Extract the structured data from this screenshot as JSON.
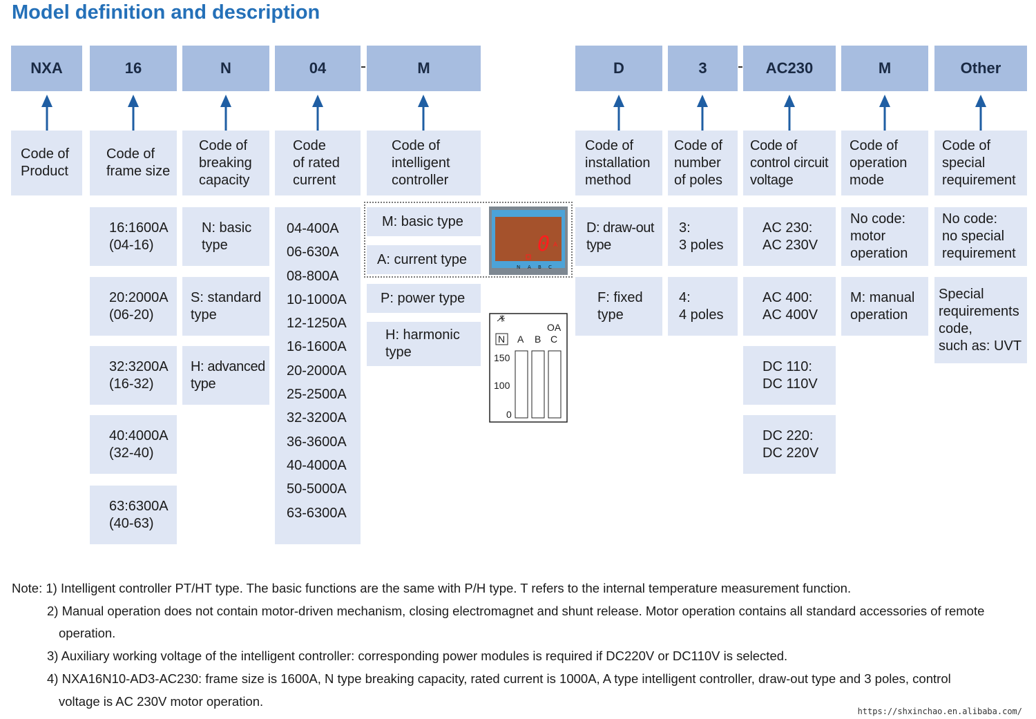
{
  "title": "Model definition and description",
  "codes": {
    "product": "NXA",
    "frame": "16",
    "breaking": "N",
    "rated": "04",
    "controller": "M",
    "install": "D",
    "poles": "3",
    "voltage": "AC230",
    "operation": "M",
    "special": "Other"
  },
  "separator": "-",
  "descriptions": {
    "product": [
      "Code of",
      "Product"
    ],
    "frame": [
      "Code of",
      "frame size"
    ],
    "breaking": [
      "Code of",
      "breaking",
      "capacity"
    ],
    "rated": [
      "Code",
      "of rated",
      "current"
    ],
    "controller": [
      "Code of",
      "intelligent",
      "controller"
    ],
    "install": [
      "Code of",
      "installation",
      "method"
    ],
    "poles": [
      "Code of",
      "number",
      "of poles"
    ],
    "voltage": [
      "Code of",
      "control circuit",
      "voltage"
    ],
    "operation": [
      "Code of",
      "operation",
      "mode"
    ],
    "special": [
      "Code of",
      "special",
      "requirement"
    ]
  },
  "frame_options": [
    [
      "16:1600A",
      "(04-16)"
    ],
    [
      "20:2000A",
      "(06-20)"
    ],
    [
      "32:3200A",
      "(16-32)"
    ],
    [
      "40:4000A",
      "(32-40)"
    ],
    [
      "63:6300A",
      "(40-63)"
    ]
  ],
  "breaking_options": [
    [
      "N: basic",
      "type"
    ],
    [
      "S: standard",
      "type"
    ],
    [
      "H: advanced",
      "type"
    ]
  ],
  "rated_options": [
    "04-400A",
    "06-630A",
    "08-800A",
    "10-1000A",
    "12-1250A",
    "16-1600A",
    "20-2000A",
    "25-2500A",
    "32-3200A",
    "36-3600A",
    "40-4000A",
    "50-5000A",
    "63-6300A"
  ],
  "controller_options": [
    [
      "M: basic type"
    ],
    [
      "A: current type"
    ],
    [
      "P: power type"
    ],
    [
      "H: harmonic",
      "type"
    ]
  ],
  "install_options": [
    [
      "D: draw-out",
      "type"
    ],
    [
      "F: fixed",
      "type"
    ]
  ],
  "pole_options": [
    [
      "3:",
      "3 poles"
    ],
    [
      "4:",
      "4 poles"
    ]
  ],
  "voltage_options": [
    [
      "AC 230:",
      "AC 230V"
    ],
    [
      "AC 400:",
      "AC 400V"
    ],
    [
      "DC 110:",
      "DC 110V"
    ],
    [
      "DC 220:",
      "DC 220V"
    ]
  ],
  "operation_options": [
    [
      "No code:",
      "motor",
      "operation"
    ],
    [
      "M: manual",
      "operation"
    ]
  ],
  "special_options": [
    [
      "No code:",
      "no special",
      "requirement"
    ],
    [
      "Special",
      "requirements",
      "code,",
      "such as: UVT"
    ]
  ],
  "display_panel": {
    "digit": "0",
    "unit": "A",
    "phases": [
      "N",
      "A",
      "B",
      "C"
    ]
  },
  "bar_panel": {
    "unit": "OA",
    "phases": [
      "N",
      "A",
      "B",
      "C"
    ],
    "scale": [
      "150",
      "100",
      "0"
    ]
  },
  "notes": [
    "Note: 1) Intelligent controller PT/HT type. The basic functions are the same with P/H type. T refers to the internal temperature measurement function.",
    "2) Manual operation does not contain motor-driven mechanism, closing electromagnet and shunt release. Motor operation contains all standard accessories of remote",
    "operation.",
    "3) Auxiliary working voltage of the intelligent controller: corresponding power modules is required if DC220V or DC110V is selected.",
    "4) NXA16N10-AD3-AC230: frame size is 1600A, N type breaking capacity, rated current is 1000A, A type intelligent controller, draw-out type and 3 poles, control",
    "voltage is AC 230V motor operation."
  ],
  "url": "https://shxinchao.en.alibaba.com/",
  "colors": {
    "header": "#a7bde0",
    "cell": "#dfe6f4",
    "arrow": "#1f5ea3",
    "title": "#2470b8"
  }
}
